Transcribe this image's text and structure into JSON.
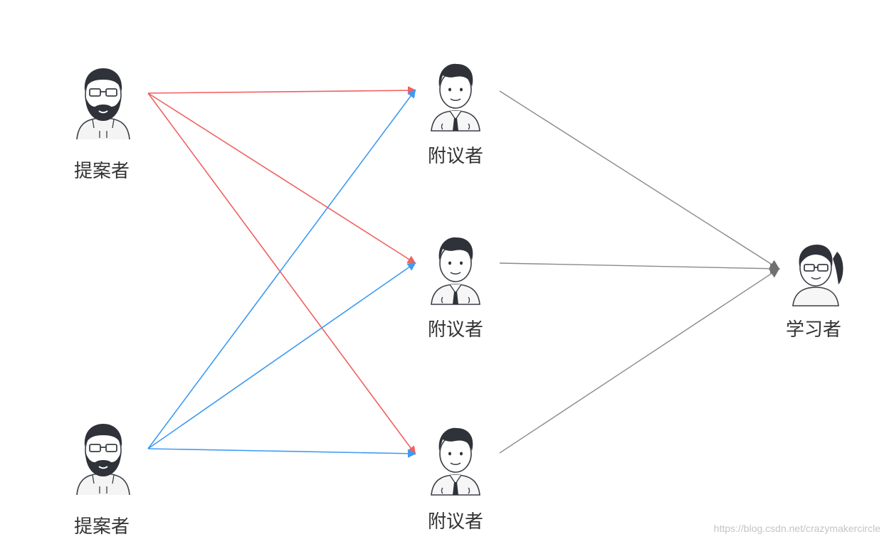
{
  "nodes": {
    "proposer_1": {
      "label": "提案者",
      "icon": "bearded-man-glasses-icon"
    },
    "proposer_2": {
      "label": "提案者",
      "icon": "bearded-man-glasses-icon"
    },
    "seconder_1": {
      "label": "附议者",
      "icon": "businessman-tie-icon"
    },
    "seconder_2": {
      "label": "附议者",
      "icon": "businessman-tie-icon"
    },
    "seconder_3": {
      "label": "附议者",
      "icon": "businessman-tie-icon"
    },
    "learner": {
      "label": "学习者",
      "icon": "woman-glasses-ponytail-icon"
    }
  },
  "edges": [
    {
      "from": "proposer_1",
      "to": "seconder_1",
      "color": "#f06161"
    },
    {
      "from": "proposer_1",
      "to": "seconder_2",
      "color": "#f06161"
    },
    {
      "from": "proposer_1",
      "to": "seconder_3",
      "color": "#f06161"
    },
    {
      "from": "proposer_2",
      "to": "seconder_1",
      "color": "#3d9bf2"
    },
    {
      "from": "proposer_2",
      "to": "seconder_2",
      "color": "#3d9bf2"
    },
    {
      "from": "proposer_2",
      "to": "seconder_3",
      "color": "#3d9bf2"
    },
    {
      "from": "seconder_1",
      "to": "learner",
      "color": "#8a8a8a"
    },
    {
      "from": "seconder_2",
      "to": "learner",
      "color": "#8a8a8a"
    },
    {
      "from": "seconder_3",
      "to": "learner",
      "color": "#8a8a8a"
    }
  ],
  "colors": {
    "proposer_edges": "#f06161",
    "proposer_2_edges": "#3d9bf2",
    "learner_edges": "#8a8a8a",
    "icon_stroke": "#3c3f46",
    "icon_hair": "#2f3238"
  },
  "watermark": "https://blog.csdn.net/crazymakercircle"
}
